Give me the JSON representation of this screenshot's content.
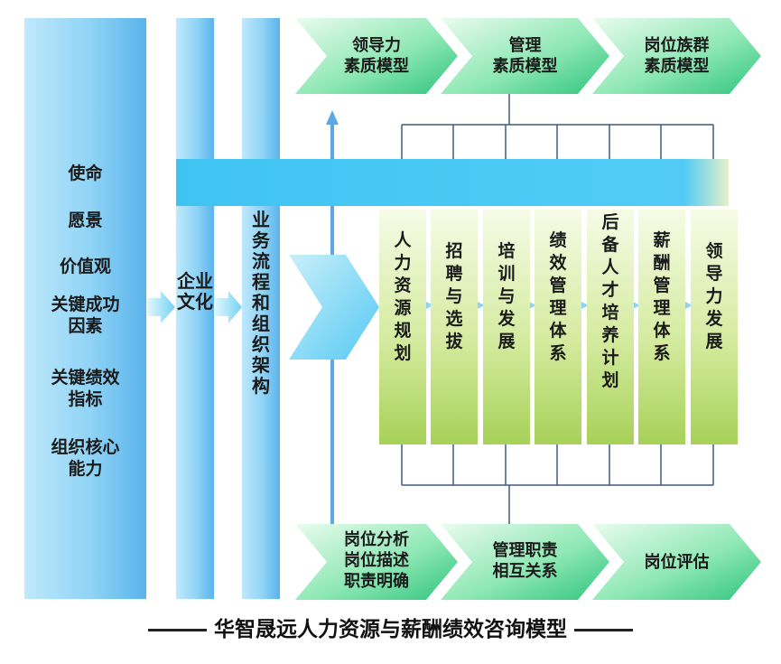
{
  "left_panel": {
    "items": [
      "使命",
      "愿景",
      "价值观",
      "关键成功\n因素",
      "关键绩效\n指标",
      "组织核心\n能力"
    ]
  },
  "culture_column": {
    "label": "企业\n文化"
  },
  "process_column": {
    "label": "业\n务\n流\n程\n和\n组\n织\n架\n构"
  },
  "top_chevrons": [
    "领导力\n素质模型",
    "管理\n素质模型",
    "岗位族群\n素质模型"
  ],
  "bottom_chevrons": [
    "岗位分析\n岗位描述\n职责明确",
    "管理职责\n相互关系",
    "岗位评估"
  ],
  "hr_modules": [
    "人\n力\n资\n源\n规\n划",
    "招\n聘\n与\n选\n拔",
    "培\n训\n与\n发\n展",
    "绩\n效\n管\n理\n体\n系",
    "后\n备\n人\n才\n培\n养\n计\n划",
    "薪\n酬\n管\n理\n体\n系",
    "领\n导\n力\n发\n展"
  ],
  "footer": {
    "title": "华智晟远人力资源与薪酬绩效咨询模型"
  },
  "colors": {
    "blue_light": "#bfe9fb",
    "blue_dark": "#5ab3ea",
    "bar": "#52ccf7",
    "green_light": "#f6fbe6",
    "green_dark": "#a7d158",
    "chevron_green": "#33cc88",
    "line": "#3f5a7c"
  }
}
